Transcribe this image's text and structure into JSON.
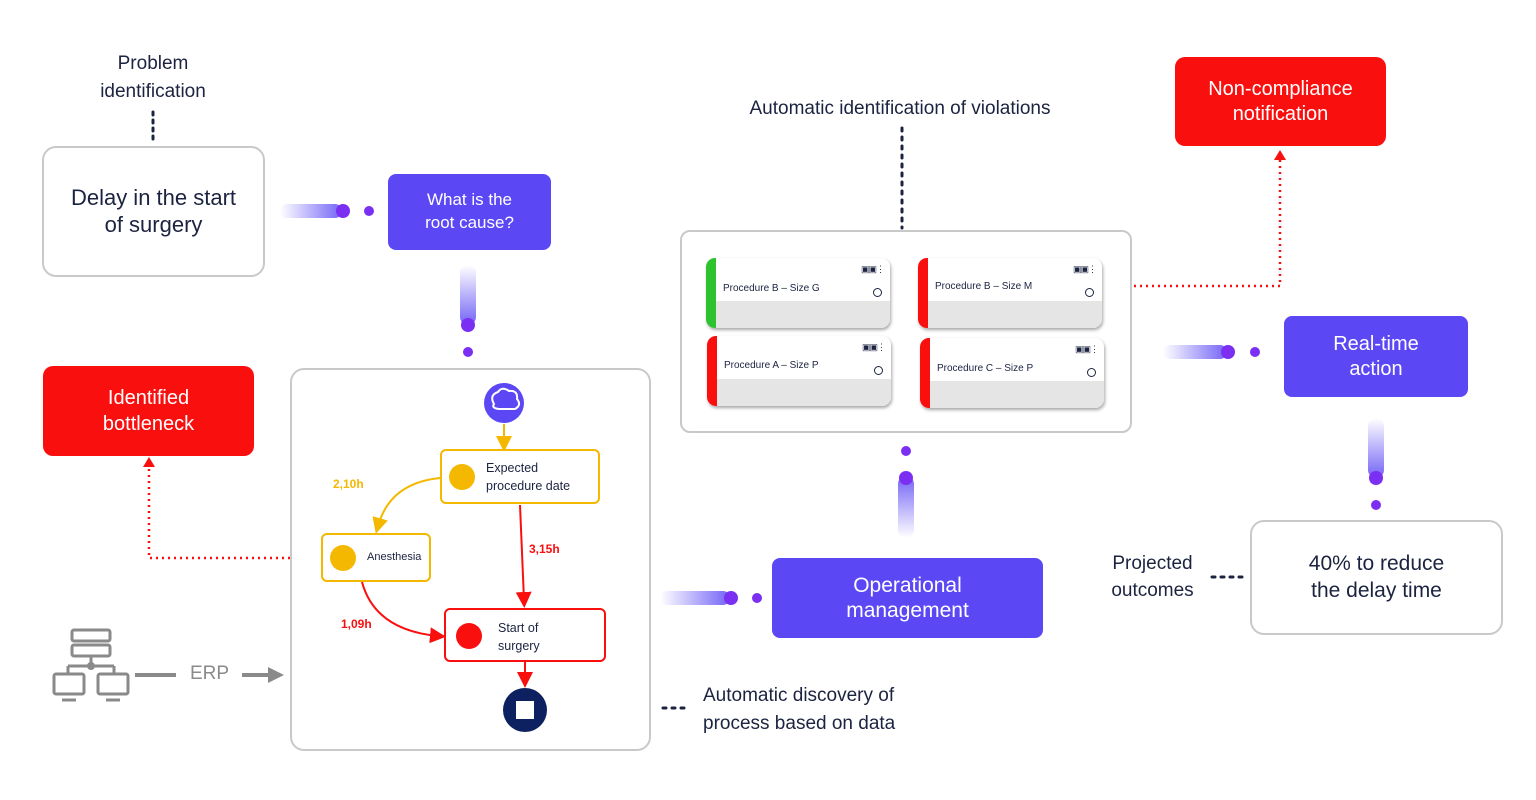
{
  "problem_label": "Problem identification",
  "delay_box": "Delay in the start of surgery",
  "root_cause_box": "What is the root cause?",
  "bottleneck_box": "Identified bottleneck",
  "violations_label": "Automatic identification of violations",
  "noncompliance_box": "Non-compliance notification",
  "procedures": [
    {
      "name": "Procedure B – Size G",
      "status": "green"
    },
    {
      "name": "Procedure B – Size M",
      "status": "red"
    },
    {
      "name": "Procedure A – Size P",
      "status": "red"
    },
    {
      "name": "Procedure C – Size P",
      "status": "red"
    }
  ],
  "realtime_box": "Real-time action",
  "operational_box": "Operational management",
  "projected_label": "Projected outcomes",
  "reduce_box": "40% to reduce the delay time",
  "discovery_label": "Automatic discovery of process based on data",
  "erp_label": "ERP",
  "process": {
    "expected_node": "Expected procedure date",
    "anesthesia_node": "Anesthesia",
    "start_node": "Start of surgery",
    "dur_expected_anesthesia": "2,10h",
    "dur_expected_start": "3,15h",
    "dur_anesthesia_start": "1,09h"
  },
  "colors": {
    "purple": "#5b48f4",
    "red": "#fa0f0f",
    "green": "#2fc22f",
    "yellow": "#f5b800",
    "navy": "#0d2060"
  }
}
